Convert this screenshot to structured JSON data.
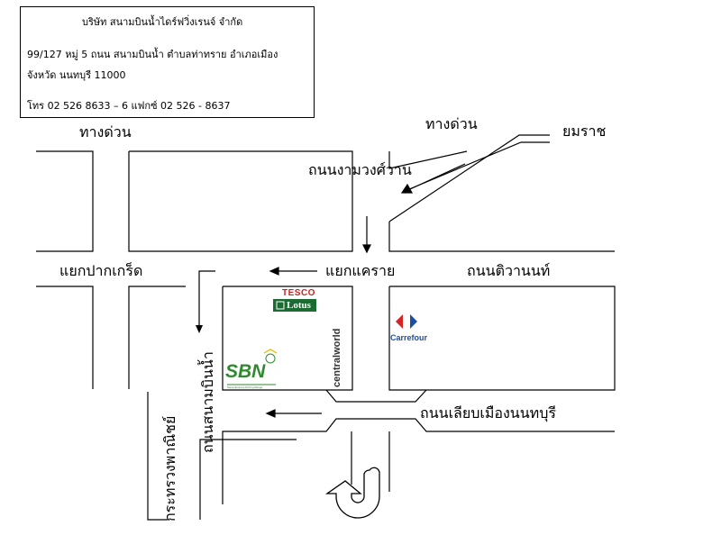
{
  "company": {
    "name": "บริษัท สนามบินน้ำไดร์ฟวิ่งเรนจ์ จำกัด",
    "address_line1": "99/127 หมู่ 5 ถนน สนามบินน้ำ ตำบลท่าทราย อำเภอเมือง",
    "address_line2": "จังหวัด นนทบุรี 11000",
    "contact": "โทร 02 526 8633 – 6 แฟกซ์ 02 526 - 8637"
  },
  "labels": {
    "expressway_left": "ทางด่วน",
    "expressway_top": "ทางด่วน",
    "yommarat": "ยมราช",
    "ngam_wong_wan_road": "ถนนงามวงศ์วาน",
    "pak_kret_junction": "แยกปากเกร็ด",
    "khae_rai_junction": "แยกแคราย",
    "tiwanon_road": "ถนนติวานนท์",
    "sanambin_nam_road": "ถนนสนามบินน้ำ",
    "ministry_of_commerce": "กระทรวงพาณิชย์",
    "nonthaburi_bypass_road": "ถนนเลียบเมืองนนทบุรี"
  },
  "logos": {
    "tesco_top": "TESCO",
    "tesco_bottom": "Lotus",
    "carrefour": "Carrefour",
    "central_world": "centralworld",
    "sbn": "SBN",
    "sbn_sub": "Sanambinnam Driving Range"
  },
  "colors": {
    "tesco_green": "#1b6b33",
    "tesco_red": "#cc2222",
    "carrefour_blue": "#1d4fa0",
    "carrefour_red": "#d42424",
    "sbn_green": "#2f8a2f",
    "sbn_yellow": "#e8c21a",
    "line": "#000000"
  }
}
